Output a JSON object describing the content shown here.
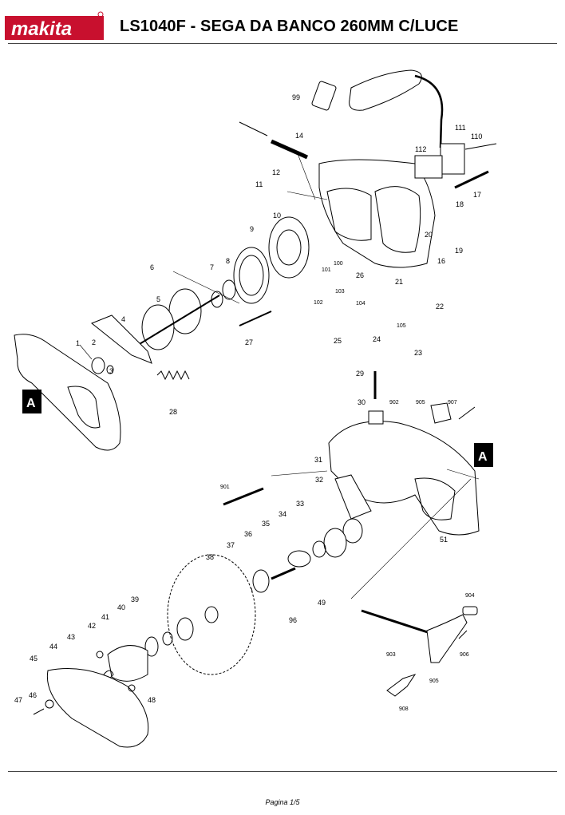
{
  "header": {
    "brand": "makita",
    "title": "LS1040F - SEGA DA BANCO 260MM C/LUCE"
  },
  "footer": {
    "page": "Pagina 1/5"
  },
  "reference_marks": [
    "A",
    "A"
  ],
  "part_labels": [
    "99",
    "14",
    "111",
    "110",
    "112",
    "12",
    "11",
    "17",
    "18",
    "10",
    "20",
    "19",
    "9",
    "16",
    "100",
    "26",
    "21",
    "6",
    "7",
    "8",
    "101",
    "103",
    "102",
    "104",
    "22",
    "5",
    "105",
    "4",
    "27",
    "25",
    "24",
    "1",
    "2",
    "3",
    "23",
    "28",
    "29",
    "30",
    "902",
    "905",
    "907",
    "31",
    "901",
    "32",
    "33",
    "34",
    "51",
    "35",
    "36",
    "37",
    "38",
    "49",
    "96",
    "904",
    "39",
    "40",
    "41",
    "42",
    "43",
    "906",
    "903",
    "44",
    "905",
    "45",
    "48",
    "46",
    "47",
    "908"
  ]
}
